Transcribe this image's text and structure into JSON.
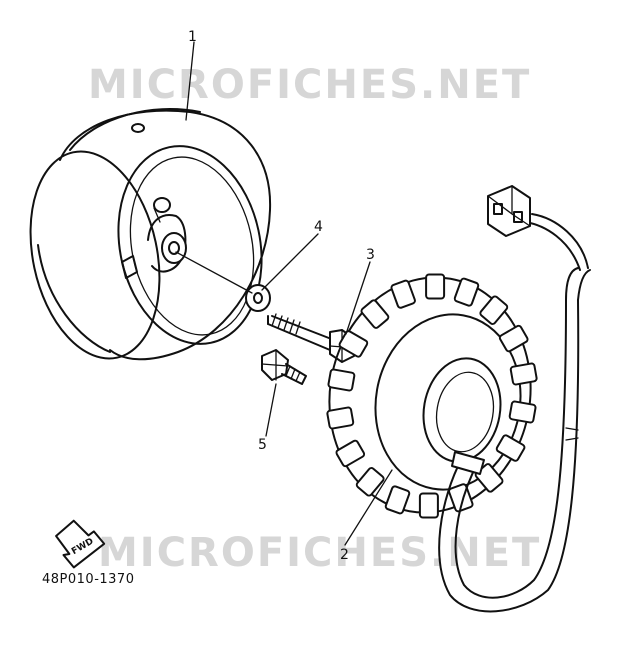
{
  "watermark": "MICROFICHES.NET",
  "diagram_code": "48P010-1370",
  "fwd_label": "FWD",
  "callouts": {
    "part1": "1",
    "part2": "2",
    "part3": "3",
    "part4": "4",
    "part5": "5"
  },
  "icons": {
    "rotor": "flywheel-rotor-icon",
    "stator": "stator-coil-icon",
    "washer": "washer-icon",
    "bolt3": "bolt-icon",
    "bolt5": "screw-icon",
    "connector": "wire-connector-icon",
    "arrow": "forward-arrow-icon"
  }
}
